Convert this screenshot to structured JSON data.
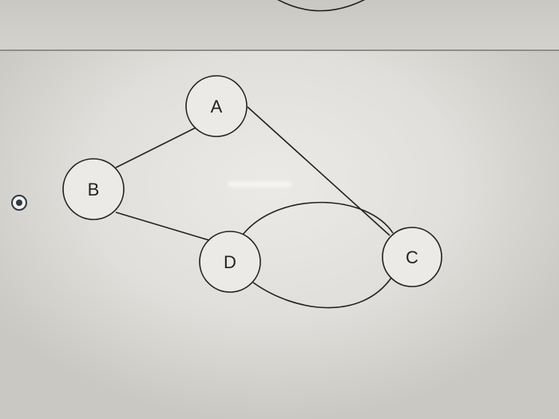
{
  "question": {
    "option": {
      "selected": true,
      "graph": {
        "nodes": [
          {
            "id": "A",
            "label": "A"
          },
          {
            "id": "B",
            "label": "B"
          },
          {
            "id": "C",
            "label": "C"
          },
          {
            "id": "D",
            "label": "D"
          }
        ],
        "edges": [
          {
            "from": "A",
            "to": "B"
          },
          {
            "from": "A",
            "to": "C"
          },
          {
            "from": "B",
            "to": "D"
          },
          {
            "from": "D",
            "to": "C"
          },
          {
            "from": "D",
            "to": "C"
          }
        ]
      }
    }
  },
  "colors": {
    "stroke": "#222222",
    "node_fill": "#ebeae6",
    "radio": "#2f3a45"
  }
}
